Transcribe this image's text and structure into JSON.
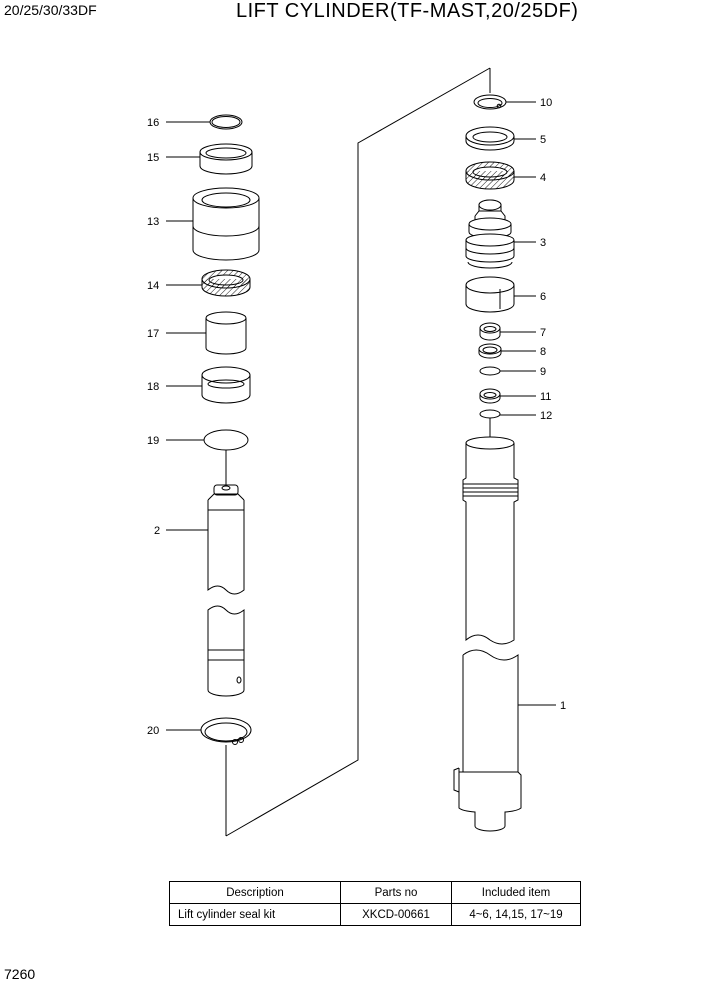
{
  "header": {
    "model": "20/25/30/33DF",
    "title": "LIFT CYLINDER(TF-MAST,20/25DF)"
  },
  "page_number": "7260",
  "callouts": {
    "p1": "1",
    "p2": "2",
    "p3": "3",
    "p4": "4",
    "p5": "5",
    "p6": "6",
    "p7": "7",
    "p8": "8",
    "p9": "9",
    "p10": "10",
    "p11": "11",
    "p12": "12",
    "p13": "13",
    "p14": "14",
    "p15": "15",
    "p16": "16",
    "p17": "17",
    "p18": "18",
    "p19": "19",
    "p20": "20"
  },
  "kit_table": {
    "headers": [
      "Description",
      "Parts no",
      "Included item"
    ],
    "rows": [
      [
        "Lift cylinder seal kit",
        "XKCD-00661",
        "4~6, 14,15, 17~19"
      ]
    ]
  }
}
